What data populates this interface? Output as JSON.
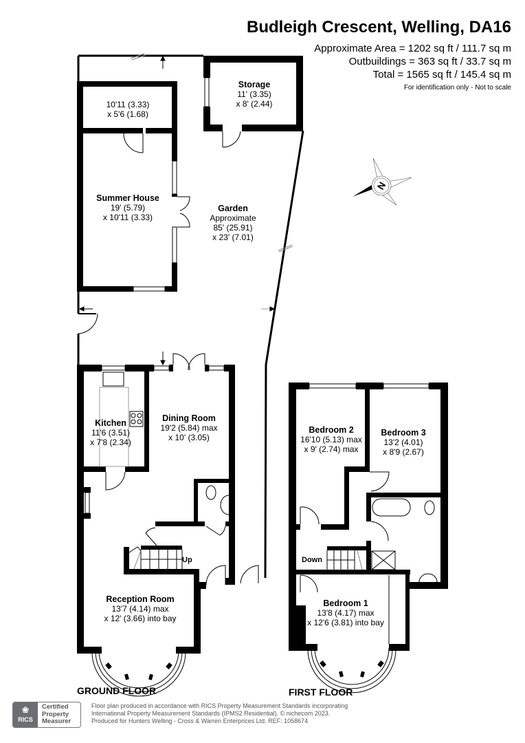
{
  "header": {
    "title": "Budleigh Crescent, Welling, DA16",
    "areas": [
      "Approximate Area = 1202 sq ft / 111.7 sq m",
      "Outbuildings = 363 sq ft / 33.7 sq m",
      "Total = 1565 sq ft / 145.4 sq m"
    ],
    "disclaimer": "For identification only - Not to scale"
  },
  "compass": {
    "label": "N",
    "icon": "compass-rose-icon"
  },
  "ground_floor": {
    "label": "GROUND FLOOR",
    "rooms": [
      {
        "name": "",
        "dim1": "10'11 (3.33)",
        "dim2": "x 5'6 (1.68)"
      },
      {
        "name": "Storage",
        "dim1": "11' (3.35)",
        "dim2": "x 8' (2.44)"
      },
      {
        "name": "Summer House",
        "dim1": "19' (5.79)",
        "dim2": "x 10'11 (3.33)"
      },
      {
        "name": "Garden",
        "dim0": "Approximate",
        "dim1": "85' (25.91)",
        "dim2": "x 23' (7.01)"
      },
      {
        "name": "Kitchen",
        "dim1": "11'6 (3.51)",
        "dim2": "x 7'8 (2.34)"
      },
      {
        "name": "Dining Room",
        "dim1": "19'2 (5.84) max",
        "dim2": "x 10' (3.05)"
      },
      {
        "name": "Reception Room",
        "dim1": "13'7 (4.14) max",
        "dim2": "x 12' (3.66) into bay"
      }
    ],
    "stairs_label": "Up"
  },
  "first_floor": {
    "label": "FIRST FLOOR",
    "rooms": [
      {
        "name": "Bedroom 2",
        "dim1": "16'10 (5.13) max",
        "dim2": "x 9' (2.74) max"
      },
      {
        "name": "Bedroom 3",
        "dim1": "13'2 (4.01)",
        "dim2": "x 8'9 (2.67)"
      },
      {
        "name": "Bedroom 1",
        "dim1": "13'8 (4.17) max",
        "dim2": "x 12'6 (3.81) into bay"
      }
    ],
    "stairs_label": "Down"
  },
  "footer": {
    "badge_logo": "RICS",
    "badge_lines": [
      "Certified",
      "Property",
      "Measurer"
    ],
    "lines": [
      "Floor plan produced in accordance with RICS Property Measurement Standards incorporating",
      "International Property Measurement Standards (IPMS2 Residential).  © nichecom 2023.",
      "Produced for Hunters Welling - Cross & Warren Enterprices Ltd.   REF: 1058674"
    ]
  },
  "colors": {
    "wall": "#000000",
    "background": "#ffffff",
    "footer_text": "#555555",
    "rics_grey": "#6d6e71"
  }
}
